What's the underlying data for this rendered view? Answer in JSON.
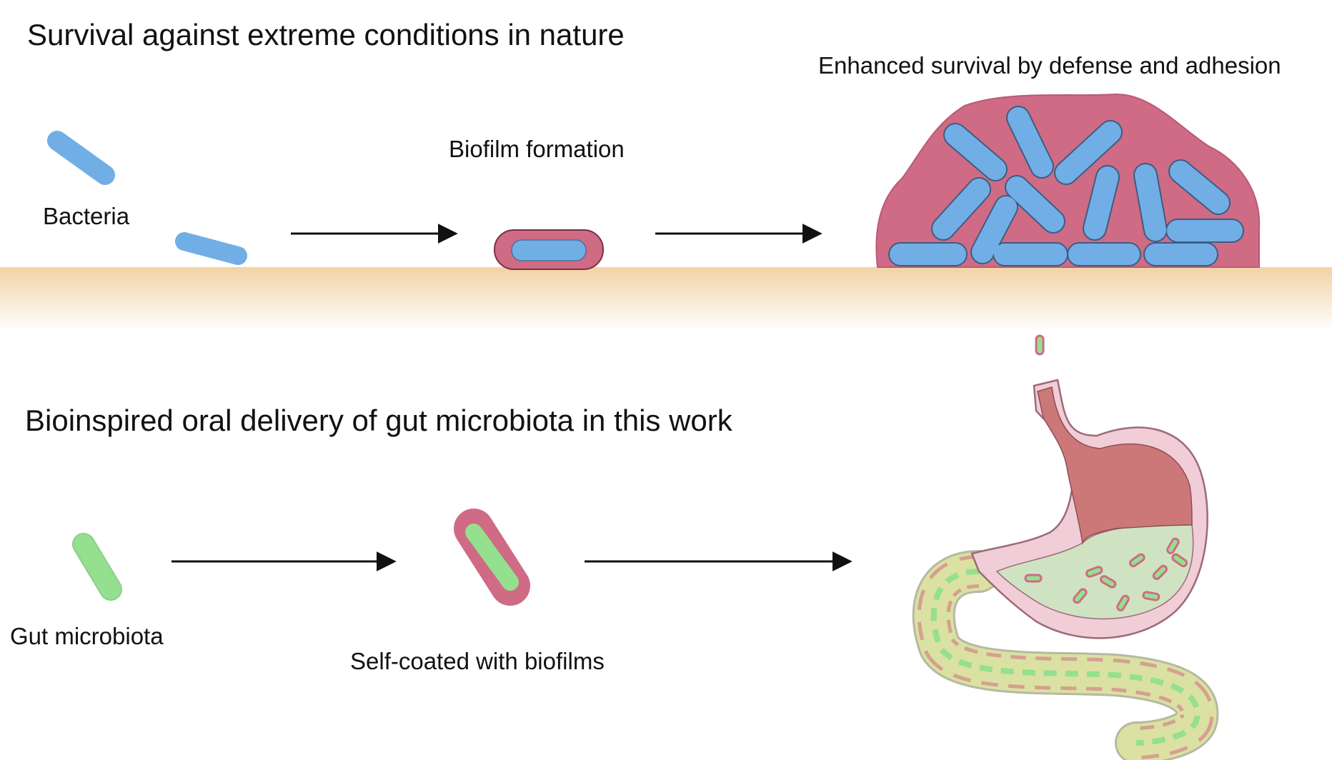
{
  "top_section": {
    "title": "Survival against extreme conditions in nature",
    "bacteria_label": "Bacteria",
    "biofilm_label": "Biofilm formation",
    "enhanced_label": "Enhanced survival by defense and adhesion"
  },
  "bottom_section": {
    "title": "Bioinspired oral delivery of gut microbiota in this work",
    "gut_label": "Gut microbiota",
    "coated_label": "Self-coated with biofilms"
  },
  "colors": {
    "bacteria_blue": "#72aee6",
    "biofilm_pink": "#cf6b84",
    "microbiota_green": "#94e08e",
    "surface_tan": "#f1d3a4",
    "stomach_red": "#cd7878",
    "stomach_lining": "#f0cdd7",
    "intestine_yellow": "#dbe1a2"
  }
}
